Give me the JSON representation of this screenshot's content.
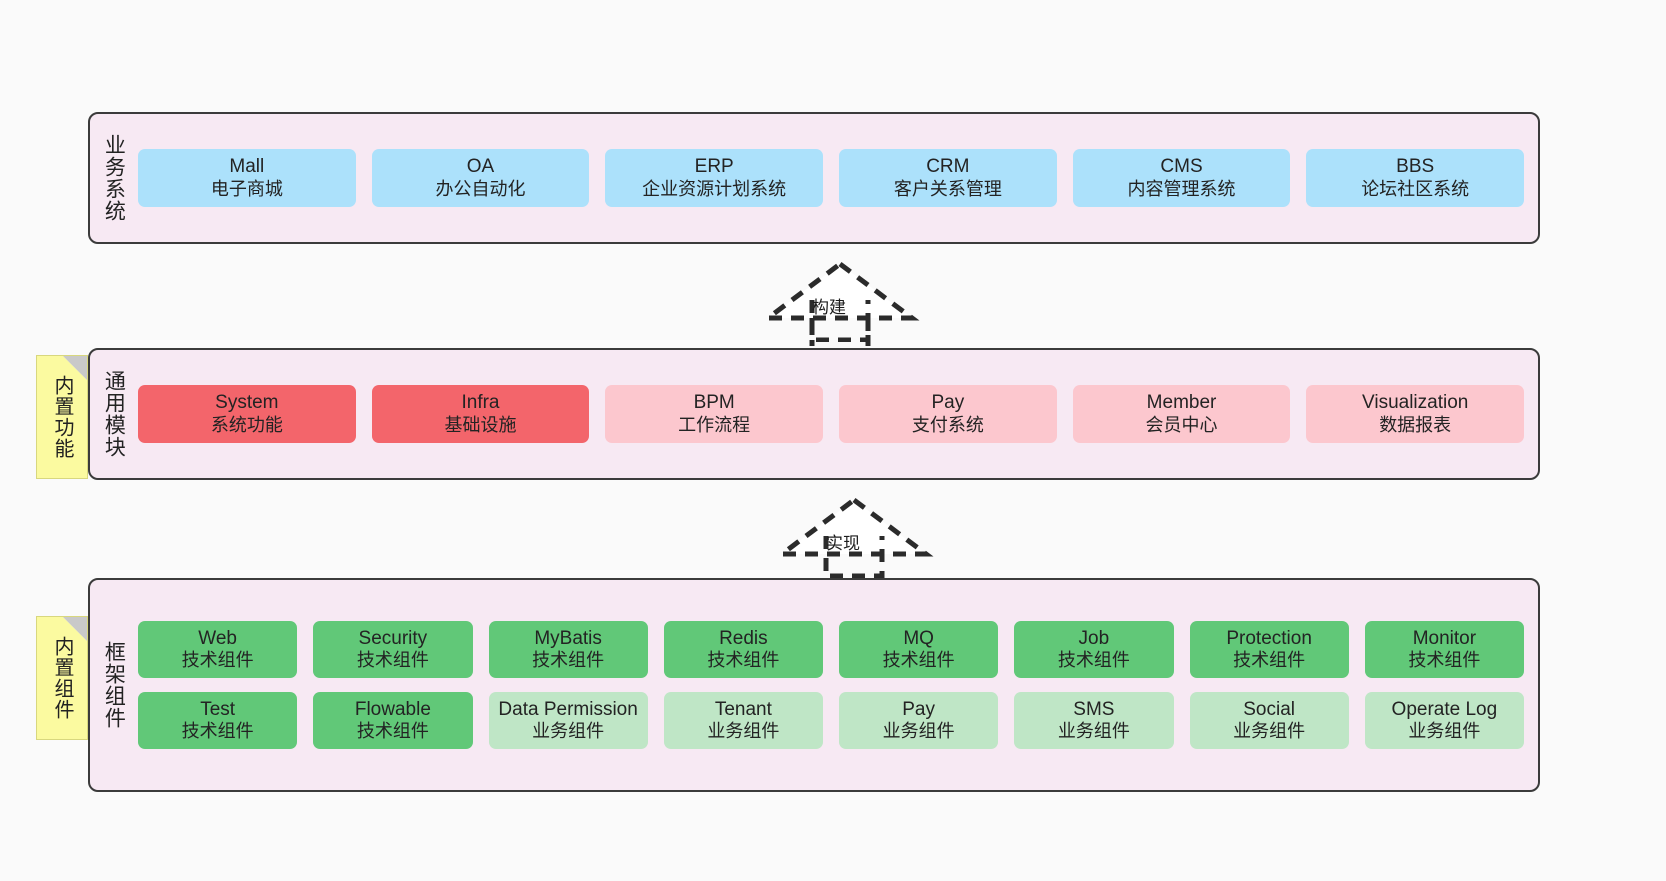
{
  "colors": {
    "canvas_bg": "#fafafa",
    "layer_bg": "#f7e9f3",
    "layer_border": "#3b3b3b",
    "business_card": "#ace1fb",
    "module_core": "#f3656b",
    "module_plain": "#fcc7ce",
    "tech_component": "#61c878",
    "biz_component": "#bfe6c6",
    "note_bg": "#fbfaa0",
    "note_fold": "#c9c9c9"
  },
  "layers": {
    "business": {
      "title": "业务系统",
      "cards": [
        {
          "en": "Mall",
          "cn": "电子商城"
        },
        {
          "en": "OA",
          "cn": "办公自动化"
        },
        {
          "en": "ERP",
          "cn": "企业资源计划系统"
        },
        {
          "en": "CRM",
          "cn": "客户关系管理"
        },
        {
          "en": "CMS",
          "cn": "内容管理系统"
        },
        {
          "en": "BBS",
          "cn": "论坛社区系统"
        }
      ]
    },
    "module": {
      "title": "通用模块",
      "note": "内置功能",
      "cards": [
        {
          "en": "System",
          "cn": "系统功能",
          "variant": "core"
        },
        {
          "en": "Infra",
          "cn": "基础设施",
          "variant": "core"
        },
        {
          "en": "BPM",
          "cn": "工作流程",
          "variant": "plain"
        },
        {
          "en": "Pay",
          "cn": "支付系统",
          "variant": "plain"
        },
        {
          "en": "Member",
          "cn": "会员中心",
          "variant": "plain"
        },
        {
          "en": "Visualization",
          "cn": "数据报表",
          "variant": "plain"
        }
      ]
    },
    "framework": {
      "title": "框架组件",
      "note": "内置组件",
      "row_tech": [
        {
          "en": "Web",
          "cn": "技术组件"
        },
        {
          "en": "Security",
          "cn": "技术组件"
        },
        {
          "en": "MyBatis",
          "cn": "技术组件"
        },
        {
          "en": "Redis",
          "cn": "技术组件"
        },
        {
          "en": "MQ",
          "cn": "技术组件"
        },
        {
          "en": "Job",
          "cn": "技术组件"
        },
        {
          "en": "Protection",
          "cn": "技术组件"
        },
        {
          "en": "Monitor",
          "cn": "技术组件"
        }
      ],
      "row_biz": [
        {
          "en": "Test",
          "cn": "技术组件",
          "variant": "tech"
        },
        {
          "en": "Flowable",
          "cn": "技术组件",
          "variant": "tech"
        },
        {
          "en": "Data Permission",
          "cn": "业务组件",
          "variant": "biz"
        },
        {
          "en": "Tenant",
          "cn": "业务组件",
          "variant": "biz"
        },
        {
          "en": "Pay",
          "cn": "业务组件",
          "variant": "biz"
        },
        {
          "en": "SMS",
          "cn": "业务组件",
          "variant": "biz"
        },
        {
          "en": "Social",
          "cn": "业务组件",
          "variant": "biz"
        },
        {
          "en": "Operate Log",
          "cn": "业务组件",
          "variant": "biz"
        }
      ]
    }
  },
  "connectors": [
    {
      "label": "构建",
      "from": "通用模块",
      "to": "业务系统"
    },
    {
      "label": "实现",
      "from": "框架组件",
      "to": "通用模块"
    }
  ]
}
